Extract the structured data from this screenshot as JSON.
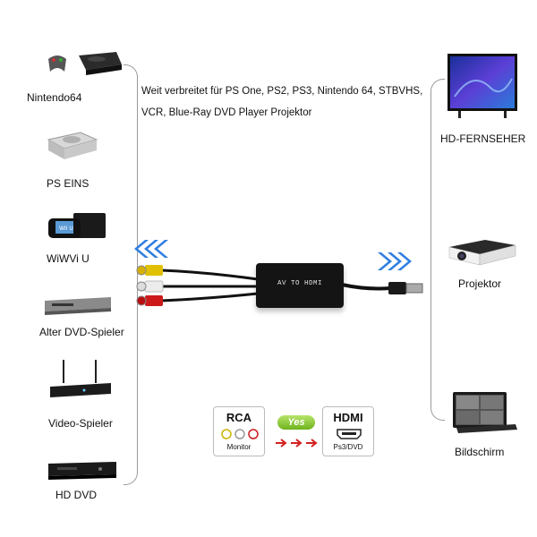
{
  "left_devices": [
    {
      "label": "Nintendo64",
      "icon": "nintendo64-console-icon"
    },
    {
      "label": "PS EINS",
      "icon": "ps-one-console-icon"
    },
    {
      "label": "WiWVi U",
      "icon": "wii-u-console-icon"
    },
    {
      "label": "Alter DVD-Spieler",
      "icon": "dvd-player-icon"
    },
    {
      "label": "Video-Spieler",
      "icon": "video-player-router-icon"
    },
    {
      "label": "HD DVD",
      "icon": "hd-dvd-player-icon"
    }
  ],
  "right_devices": [
    {
      "label": "HD-FERNSEHER",
      "icon": "hd-tv-icon"
    },
    {
      "label": "Projektor",
      "icon": "projector-icon"
    },
    {
      "label": "Bildschirm",
      "icon": "monitor-icon"
    }
  ],
  "description": {
    "line1": "Weit verbreitet für PS One, PS2, PS3, Nintendo 64, STBVHS,",
    "line2": "VCR, Blue-Ray DVD Player Projektor"
  },
  "converter": {
    "label": "AV TO HDMI"
  },
  "rca_card": {
    "title": "RCA",
    "subtitle": "Monitor"
  },
  "yes_badge": "Yes",
  "hdmi_card": {
    "title": "HDMI",
    "subtitle": "Ps3/DVD"
  },
  "colors": {
    "arrow_blue": "#2f7fe0",
    "bracket": "#9a9a9a",
    "yes_green": "#7cc22a",
    "red_arrow": "#d42020"
  }
}
